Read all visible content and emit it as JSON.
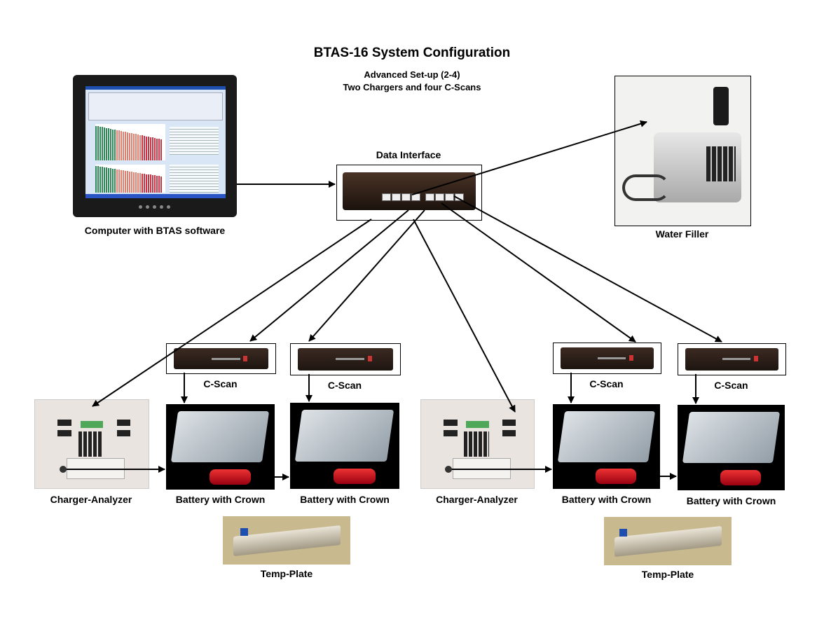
{
  "title": "BTAS-16 System Configuration",
  "subtitle_line1": "Advanced Set-up (2-4)",
  "subtitle_line2": "Two Chargers and four C-Scans",
  "labels": {
    "data_interface": "Data Interface",
    "computer": "Computer with BTAS software",
    "water_filler": "Water Filler",
    "cscan": "C-Scan",
    "charger_analyzer": "Charger-Analyzer",
    "battery_with_crown": "Battery with Crown",
    "temp_plate": "Temp-Plate"
  }
}
